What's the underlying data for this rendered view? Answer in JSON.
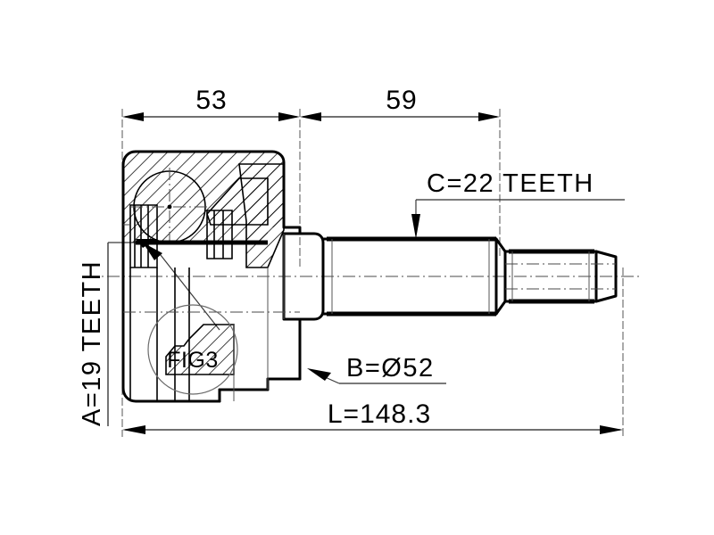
{
  "drawing": {
    "title": "CV Joint Outer Kit Dimensional Drawing",
    "background_color": "#ffffff",
    "line_color": "#000000",
    "dimensions": {
      "len_53": "53",
      "len_59": "59",
      "overall": "L=148.3",
      "diameter": "B=Ø52"
    },
    "labels": {
      "inner_teeth": "A=19 TEETH",
      "outer_teeth": "C=22 TEETH",
      "figure": "FIG3"
    }
  }
}
